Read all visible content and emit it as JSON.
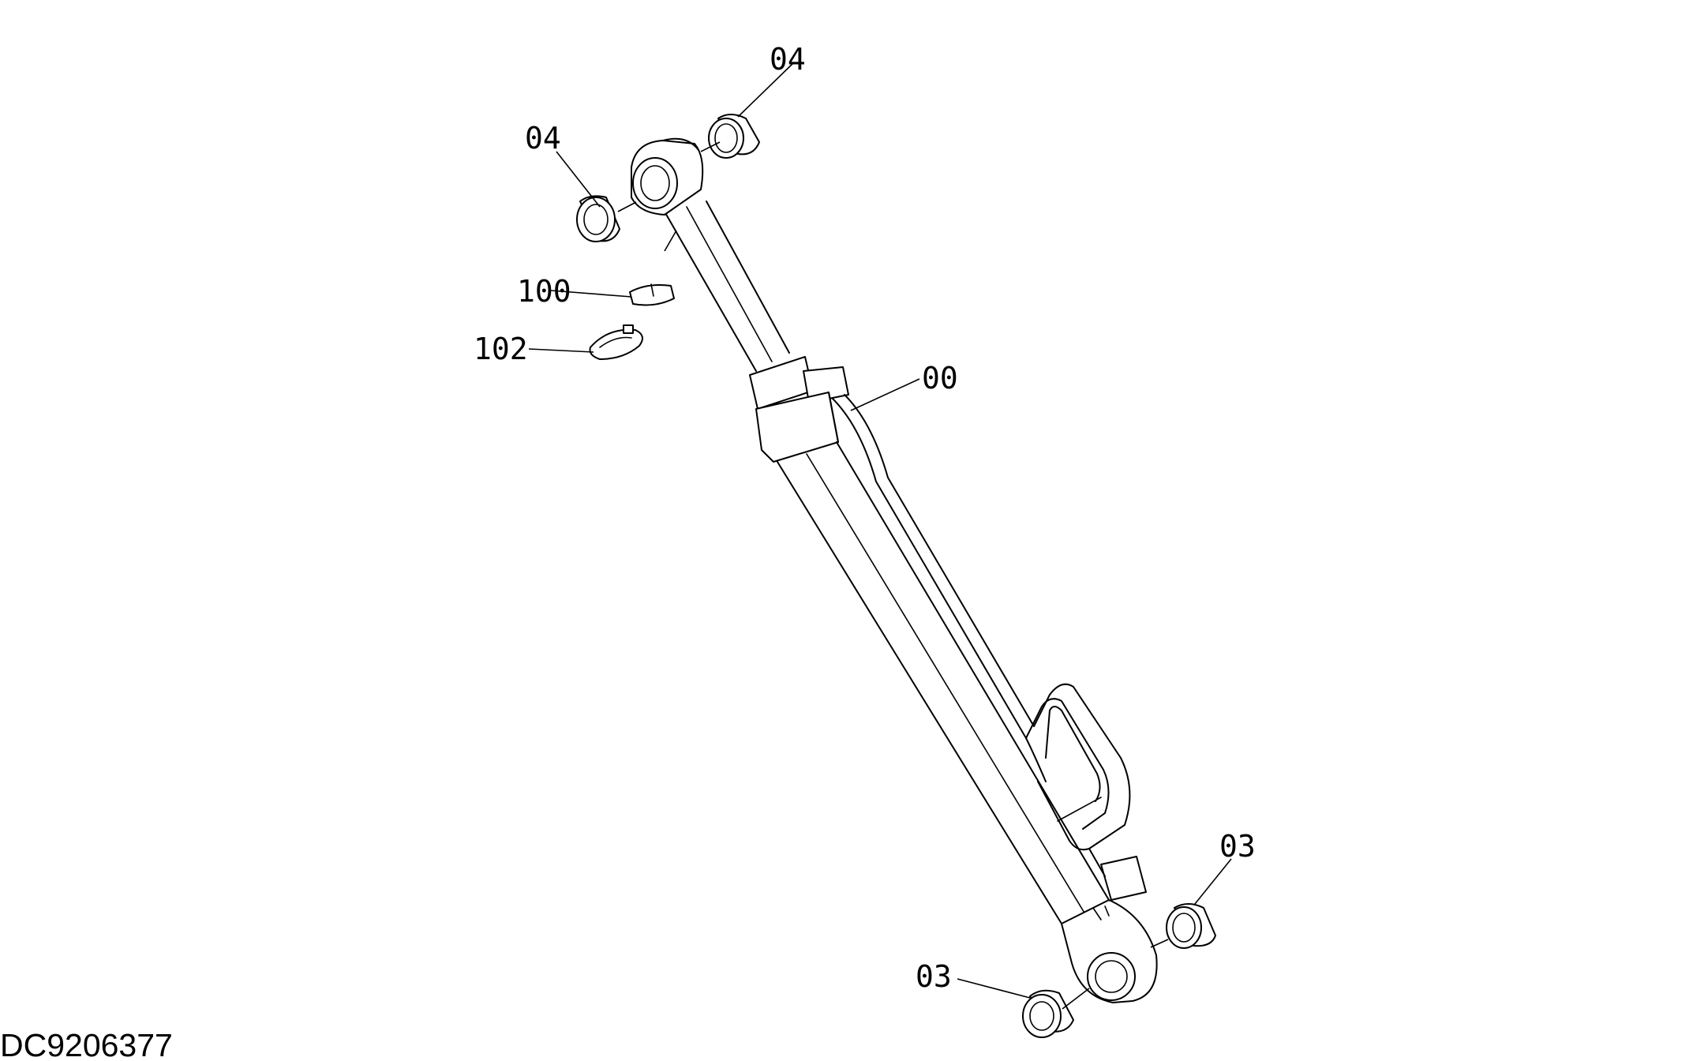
{
  "callouts": {
    "c04_right": "04",
    "c04_left": "04",
    "c100": "100",
    "c102": "102",
    "c00": "00",
    "c03_right": "03",
    "c03_left": "03"
  },
  "drawing_id": "DC9206377"
}
